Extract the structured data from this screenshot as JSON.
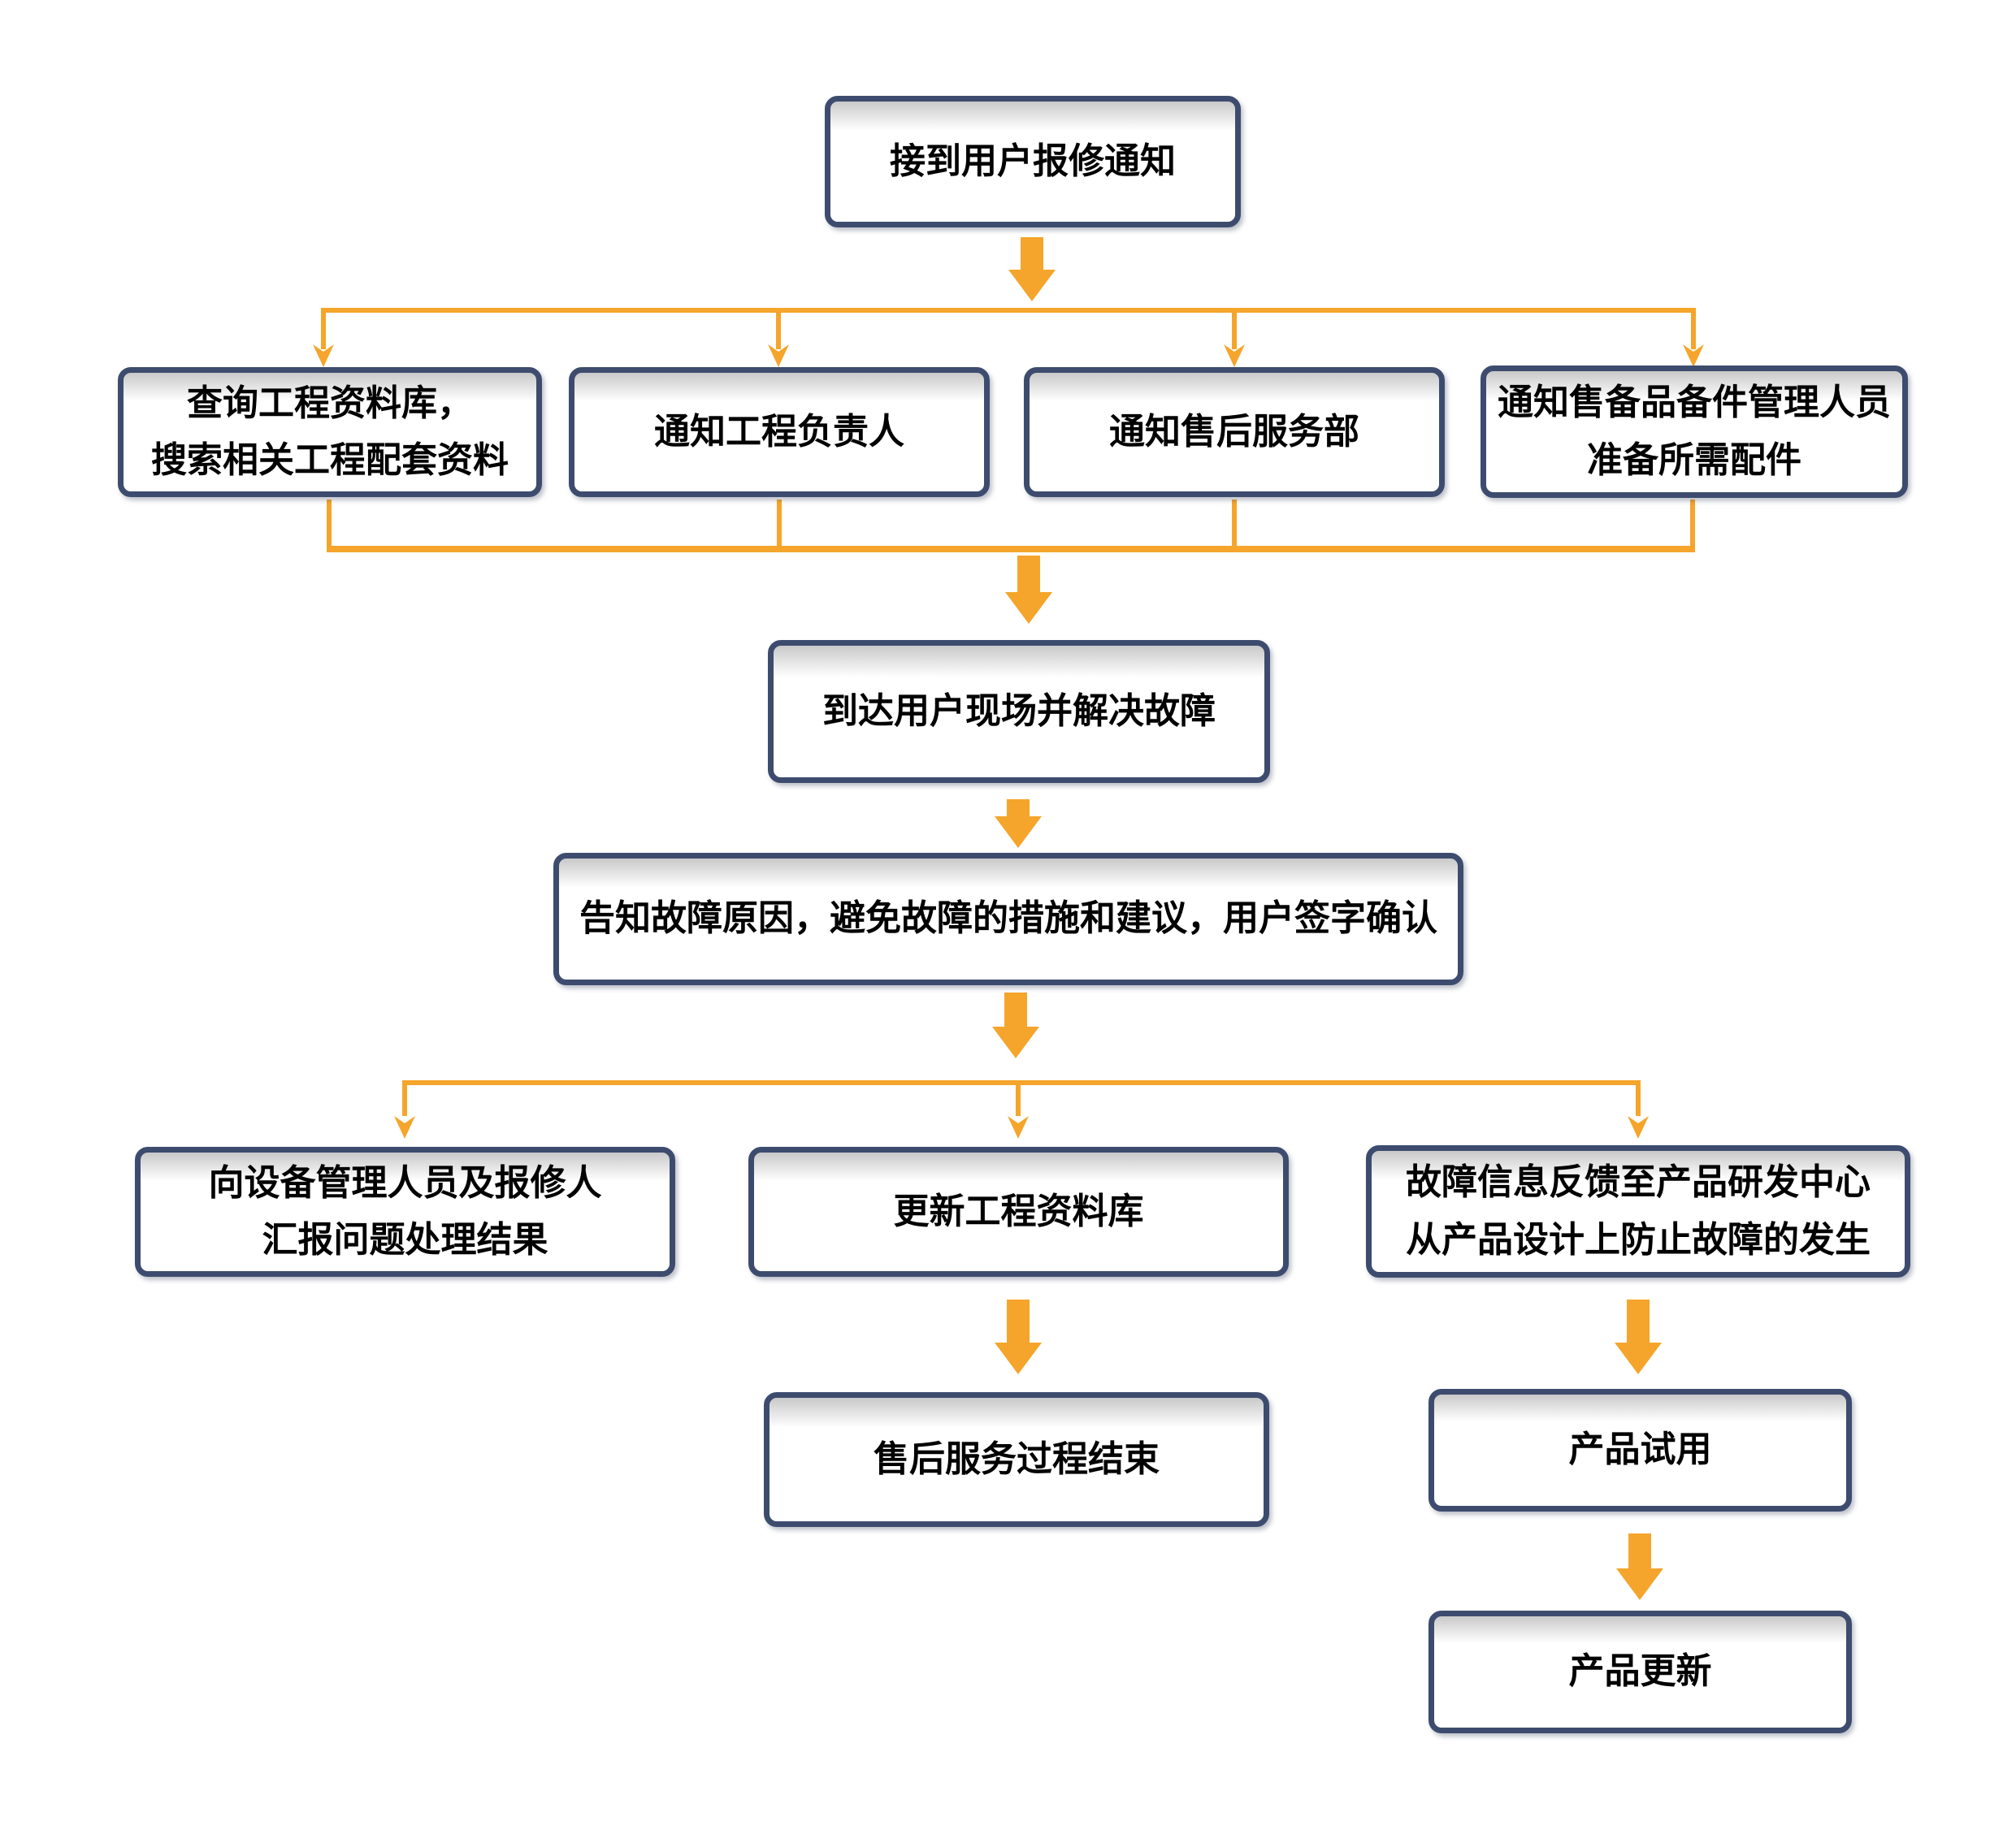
{
  "theme": {
    "connector_orange": "#F5A52B",
    "node_border_navy": "#3D4C6E",
    "node_fill": "#FFFFFF",
    "node_fill_top_gradient": "#C9C9C9",
    "text_color": "#000000",
    "background": "#FFFFFF"
  },
  "flowchart": {
    "nodes": [
      {
        "id": "receive-repair-notice",
        "label": "接到用户报修通知"
      },
      {
        "id": "query-engineering-database",
        "label": "查询工程资料库，\n搜索相关工程配套资料"
      },
      {
        "id": "notify-project-leader",
        "label": "通知工程负责人"
      },
      {
        "id": "notify-after-sales-dept",
        "label": "通知售后服务部"
      },
      {
        "id": "notify-spare-parts-manager",
        "label": "通知售备品备件管理人员\n准备所需配件"
      },
      {
        "id": "arrive-on-site",
        "label": "到达用户现场并解决故障"
      },
      {
        "id": "inform-cause-confirm",
        "label": "告知故障原因，避免故障的措施和建议，用户签字确认"
      },
      {
        "id": "report-to-managers",
        "label": "向设备管理人员及报修人\n汇报问题处理结果"
      },
      {
        "id": "update-engineering-database",
        "label": "更新工程资料库"
      },
      {
        "id": "feedback-to-rd-center",
        "label": "故障信息反馈至产品研发中心\n从产品设计上防止故障的发生"
      },
      {
        "id": "after-sales-end",
        "label": "售后服务过程结束"
      },
      {
        "id": "product-trial",
        "label": "产品试用"
      },
      {
        "id": "product-update",
        "label": "产品更新"
      }
    ],
    "edges": [
      [
        "receive-repair-notice",
        "query-engineering-database"
      ],
      [
        "receive-repair-notice",
        "notify-project-leader"
      ],
      [
        "receive-repair-notice",
        "notify-after-sales-dept"
      ],
      [
        "receive-repair-notice",
        "notify-spare-parts-manager"
      ],
      [
        "query-engineering-database",
        "arrive-on-site"
      ],
      [
        "notify-project-leader",
        "arrive-on-site"
      ],
      [
        "notify-after-sales-dept",
        "arrive-on-site"
      ],
      [
        "notify-spare-parts-manager",
        "arrive-on-site"
      ],
      [
        "arrive-on-site",
        "inform-cause-confirm"
      ],
      [
        "inform-cause-confirm",
        "report-to-managers"
      ],
      [
        "inform-cause-confirm",
        "update-engineering-database"
      ],
      [
        "inform-cause-confirm",
        "feedback-to-rd-center"
      ],
      [
        "update-engineering-database",
        "after-sales-end"
      ],
      [
        "feedback-to-rd-center",
        "product-trial"
      ],
      [
        "product-trial",
        "product-update"
      ]
    ]
  }
}
